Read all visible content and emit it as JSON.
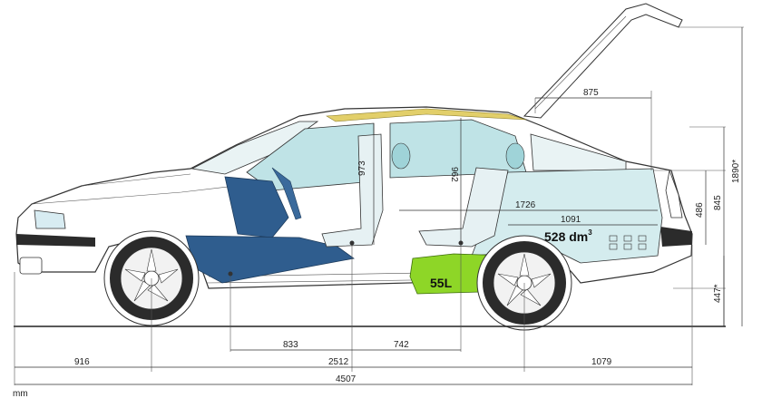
{
  "dimensions": {
    "overall_length": "4507",
    "wheelbase": "2512",
    "front_overhang": "916",
    "rear_overhang": "1079",
    "front_to_pedal": "833",
    "seat_spacing": "742",
    "headroom_front": "973",
    "headroom_rear": "962",
    "hatch_opening": "875",
    "cargo_length_seats_folded": "1726",
    "cargo_length": "1091",
    "loading_height": "486",
    "rear_height": "845",
    "height_hatch_open": "1890*",
    "ground_to_bumper": "447*"
  },
  "labels": {
    "cargo_volume_value": "528 dm",
    "cargo_volume_sup": "3",
    "fuel_tank": "55L",
    "unit": "mm"
  },
  "colors": {
    "interior_front": "#2f5d8e",
    "interior_light": "#bfe3e6",
    "fuel_tank": "#8ed627",
    "roof_trim": "#e2cf6a"
  }
}
